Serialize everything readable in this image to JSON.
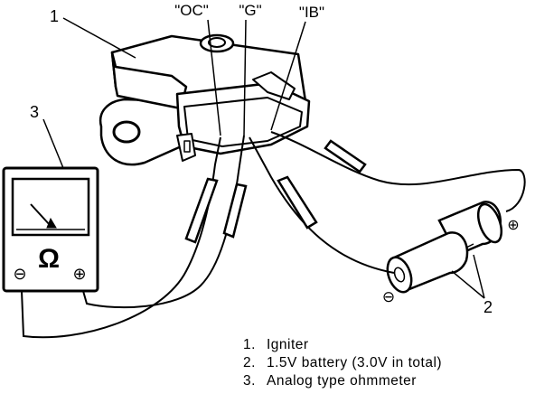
{
  "callouts": {
    "n1": "1",
    "n2": "2",
    "n3": "3"
  },
  "terminals": {
    "oc": "\"OC\"",
    "g": "\"G\"",
    "ib": "\"IB\""
  },
  "meter": {
    "unit_symbol": "Ω",
    "minus": "⊖",
    "plus": "⊕"
  },
  "battery": {
    "minus": "⊖",
    "plus": "⊕"
  },
  "legend": [
    {
      "num": "1.",
      "text": "Igniter"
    },
    {
      "num": "2.",
      "text": "1.5V battery (3.0V in total)"
    },
    {
      "num": "3.",
      "text": "Analog type ohmmeter"
    }
  ]
}
